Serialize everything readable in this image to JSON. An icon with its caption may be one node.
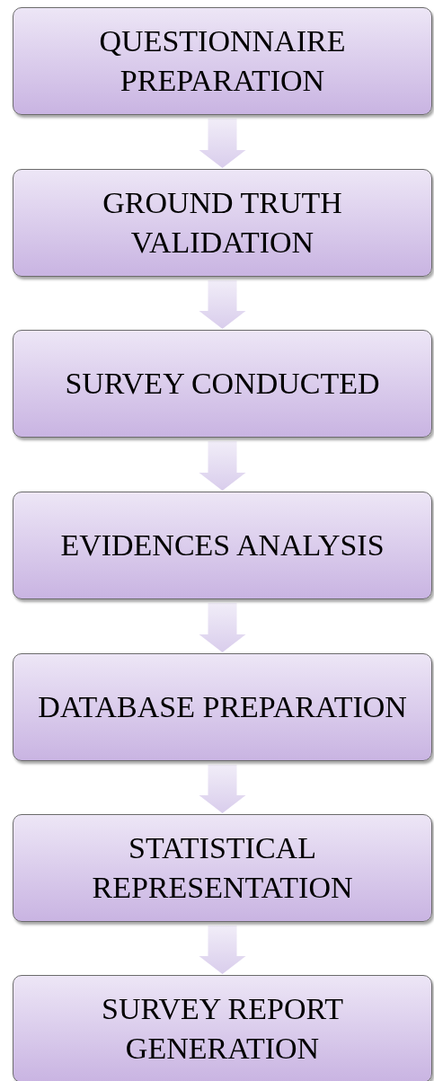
{
  "diagram": {
    "nodes": [
      {
        "text": [
          "QUESTIONNAIRE PREPARATION"
        ]
      },
      {
        "text": [
          "GROUND TRUTH VALIDATION"
        ]
      },
      {
        "text": [
          "SURVEY CONDUCTED"
        ]
      },
      {
        "text": [
          "EVIDENCES ANALYSIS"
        ]
      },
      {
        "text": [
          "DATABASE PREPARATION"
        ]
      },
      {
        "text": [
          "STATISTICAL REPRESENTATION"
        ]
      },
      {
        "text": [
          "SURVEY REPORT GENERATION"
        ]
      }
    ],
    "edges": [
      {
        "from": 0,
        "to": 1,
        "arrow": "to"
      },
      {
        "from": 1,
        "to": 2,
        "arrow": "to"
      },
      {
        "from": 2,
        "to": 3,
        "arrow": "to"
      },
      {
        "from": 3,
        "to": 4,
        "arrow": "to"
      },
      {
        "from": 4,
        "to": 5,
        "arrow": "to"
      },
      {
        "from": 5,
        "to": 6,
        "arrow": "to"
      }
    ]
  }
}
